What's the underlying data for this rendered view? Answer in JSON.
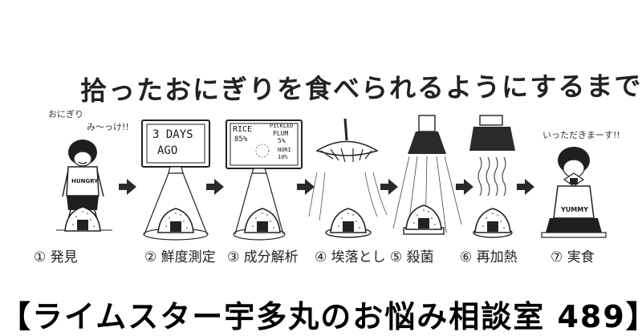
{
  "title": "拾ったおにぎりを食べられるようにするまで",
  "banner": "【ライムスター宇多丸のお悩み相談室 489】",
  "steps": [
    {
      "number": "①",
      "label": "発見",
      "full": "① 発見",
      "speech": [
        "おにぎり",
        "み〜っけ!!"
      ],
      "shirt": "HUNGRY"
    },
    {
      "number": "②",
      "label": "鮮度測定",
      "full": "② 鮮度測定",
      "screen": [
        "3 DAYS",
        "AGO"
      ]
    },
    {
      "number": "③",
      "label": "成分解析",
      "full": "③ 成分解析",
      "screen": {
        "rice": "RICE",
        "rice_pct": "85%",
        "plum": "PICKLED",
        "plum2": "PLUM",
        "plum_pct": "5%",
        "nori": "NORI",
        "nori_pct": "10%"
      }
    },
    {
      "number": "④",
      "label": "埃落とし",
      "full": "④ 埃落とし"
    },
    {
      "number": "⑤",
      "label": "殺菌",
      "full": "⑤ 殺菌"
    },
    {
      "number": "⑥",
      "label": "再加熱",
      "full": "⑥ 再加熱"
    },
    {
      "number": "⑦",
      "label": "実食",
      "full": "⑦ 実食",
      "speech": [
        "いっただきまーす!!"
      ],
      "shirt": "YUMMY"
    }
  ],
  "colors": {
    "ink": "#1a1a1a",
    "background": "#ffffff"
  }
}
